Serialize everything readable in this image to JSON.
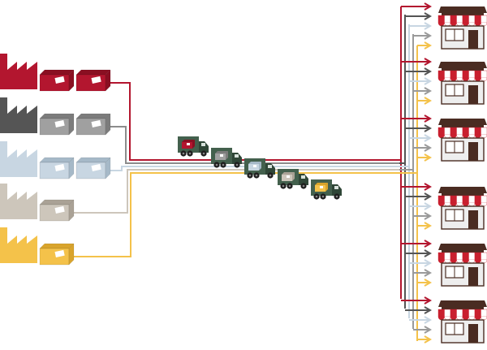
{
  "diagram": {
    "kind": "distribution-flow",
    "direction": "left-to-right",
    "colors": {
      "red": "#b3162f",
      "red_side": "#8a0f22",
      "dark": "#555555",
      "dark_side": "#3e3e3e",
      "gray": "#a0a0a0",
      "gray_side": "#7c7c7c",
      "blue": "#c8d6e2",
      "blue_side": "#a6b9c8",
      "tan": "#cdc6bb",
      "tan_side": "#aaa296",
      "yellow": "#f4c24a",
      "yellow_side": "#d9a42c",
      "truck": "#43604d",
      "truck_dark": "#2f4637",
      "store_roof": "#4a2c22",
      "store_wall": "#eeeeee",
      "awning_red": "#c91f2e"
    },
    "factories": [
      {
        "id": "factory-red",
        "icon": "factory-icon",
        "color": "red",
        "boxes": [
          "red",
          "red"
        ],
        "line_color": "red"
      },
      {
        "id": "factory-dark",
        "icon": "factory-icon",
        "color": "dark",
        "boxes": [
          "gray",
          "gray"
        ],
        "line_color": "gray"
      },
      {
        "id": "factory-blue",
        "icon": "factory-icon",
        "color": "blue",
        "boxes": [
          "blue",
          "blue"
        ],
        "line_color": "blue"
      },
      {
        "id": "factory-tan",
        "icon": "factory-icon",
        "color": "tan",
        "boxes": [
          "tan"
        ],
        "line_color": "tan"
      },
      {
        "id": "factory-yellow",
        "icon": "factory-icon",
        "color": "yellow",
        "boxes": [
          "yellow"
        ],
        "line_color": "yellow"
      }
    ],
    "trucks": [
      {
        "id": "truck-1",
        "icon": "truck-icon",
        "cargo": "red"
      },
      {
        "id": "truck-2",
        "icon": "truck-icon",
        "cargo": "gray"
      },
      {
        "id": "truck-3",
        "icon": "truck-icon",
        "cargo": "blue"
      },
      {
        "id": "truck-4",
        "icon": "truck-icon",
        "cargo": "tan"
      },
      {
        "id": "truck-5",
        "icon": "truck-icon",
        "cargo": "yellow"
      }
    ],
    "stores": [
      {
        "id": "store-1",
        "icon": "store-icon"
      },
      {
        "id": "store-2",
        "icon": "store-icon"
      },
      {
        "id": "store-3",
        "icon": "store-icon"
      },
      {
        "id": "store-4",
        "icon": "store-icon"
      },
      {
        "id": "store-5",
        "icon": "store-icon"
      },
      {
        "id": "store-6",
        "icon": "store-icon"
      }
    ],
    "store_arrow_colors": [
      "red",
      "dark",
      "blue",
      "gray",
      "yellow"
    ]
  }
}
